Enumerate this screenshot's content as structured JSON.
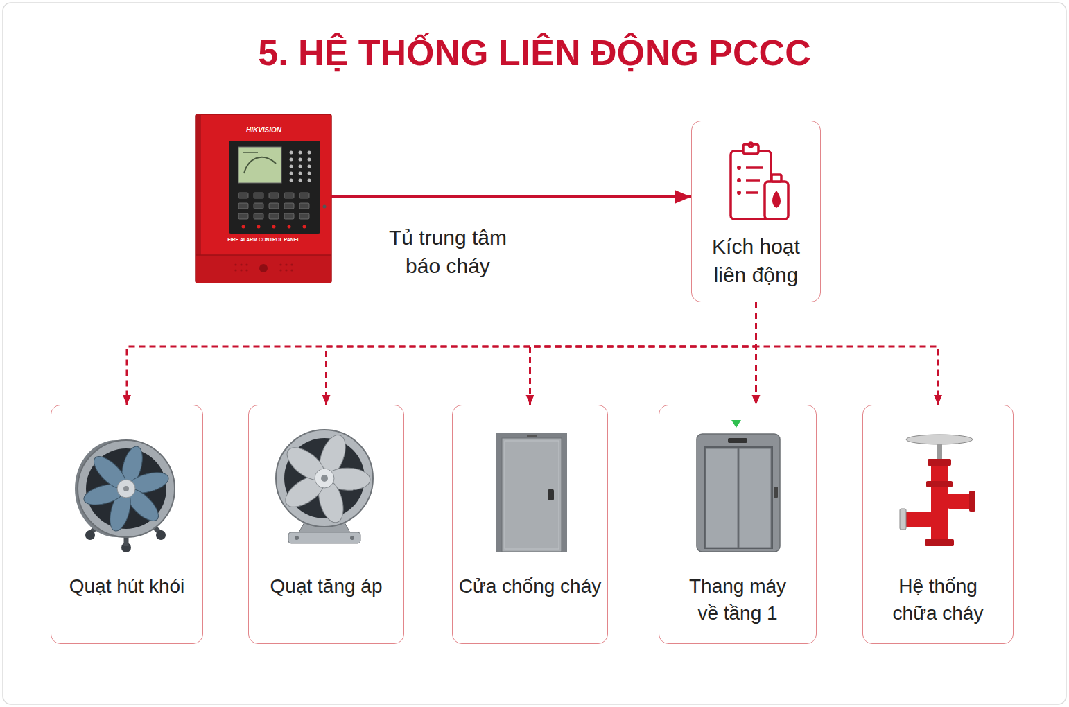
{
  "diagram": {
    "title": "5. HỆ THỐNG LIÊN ĐỘNG PCCC",
    "nodes": [
      {
        "text": [
          "HIKVISION",
          "FIRE ALARM CONTROL PANEL",
          "Tủ trung tâm báo cháy"
        ]
      },
      {
        "text": [
          "Kích hoạt liên động"
        ]
      },
      {
        "text": [
          "Quạt hút khói"
        ]
      },
      {
        "text": [
          "Quạt tăng áp"
        ]
      },
      {
        "text": [
          "Cửa chống cháy"
        ]
      },
      {
        "text": [
          "Thang máy về tầng 1"
        ]
      },
      {
        "text": [
          "Hệ thống chữa cháy"
        ]
      }
    ],
    "edges": [
      {
        "from": 0,
        "to": 1,
        "arrow": "to"
      },
      {
        "from": 1,
        "to": 2,
        "arrow": "to"
      },
      {
        "from": 1,
        "to": 3,
        "arrow": "to"
      },
      {
        "from": 1,
        "to": 4,
        "arrow": "to"
      },
      {
        "from": 1,
        "to": 5,
        "arrow": "to"
      },
      {
        "from": 1,
        "to": 6,
        "arrow": "to"
      }
    ]
  }
}
